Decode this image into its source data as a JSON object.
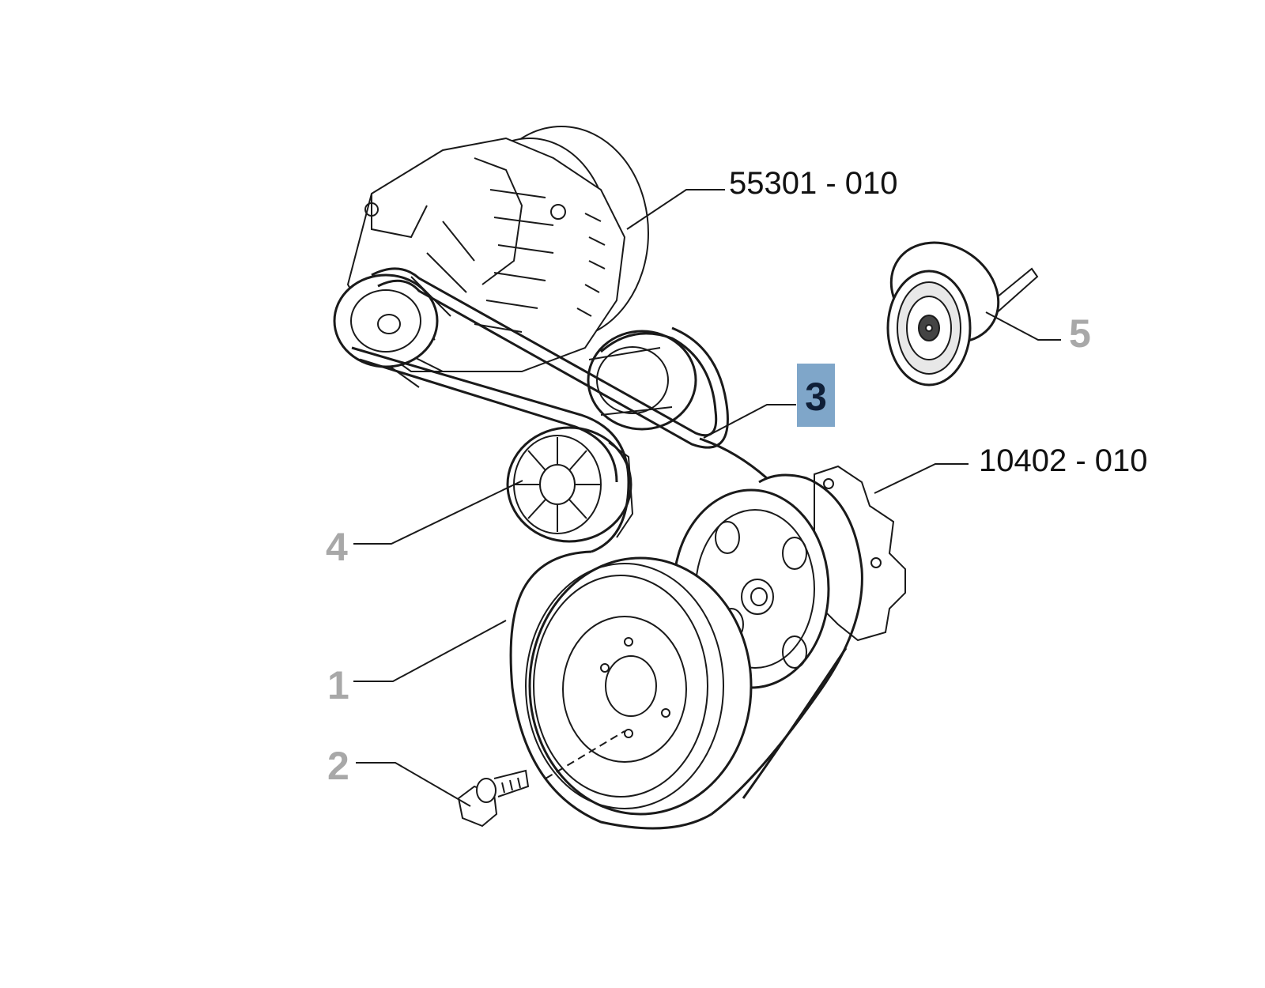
{
  "callouts": {
    "alternator_code": "55301 - 010",
    "water_pump_code": "10402 - 010",
    "part_1": "1",
    "part_2": "2",
    "part_3": "3",
    "part_4": "4",
    "part_5": "5"
  },
  "colors": {
    "line": "#111111",
    "muted_number": "#a8a8a8",
    "highlight_box": "#7fa6c9",
    "highlight_text": "#0f1f38"
  },
  "selected_part": "3"
}
